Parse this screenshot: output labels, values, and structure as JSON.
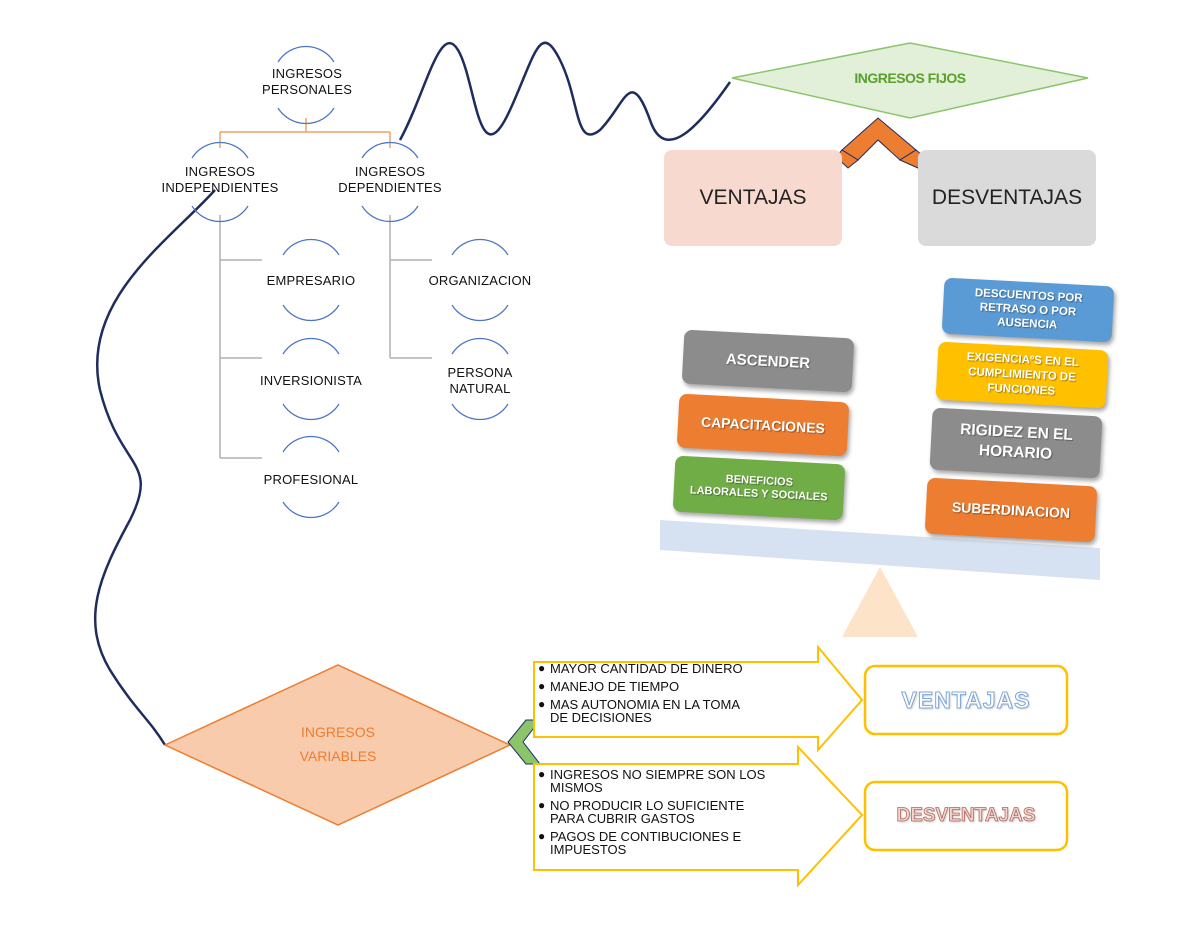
{
  "tree": {
    "root": "INGRESOS\nPERSONALES",
    "independientes": "INGRESOS\nINDEPENDIENTES",
    "dependientes": "INGRESOS\nDEPENDIENTES",
    "empresario": "EMPRESARIO",
    "inversionista": "INVERSIONISTA",
    "profesional": "PROFESIONAL",
    "organizacion": "ORGANIZACION",
    "persona_natural": "PERSONA\nNATURAL"
  },
  "fijos": {
    "title": "INGRESOS FIJOS",
    "ventajas_label": "VENTAJAS",
    "desventajas_label": "DESVENTAJAS",
    "ventajas_items": [
      "ASCENDER",
      "CAPACITACIONES",
      "BENEFICIOS\nLABORALES Y SOCIALES"
    ],
    "desventajas_items": [
      "DESCUENTOS POR\nRETRASO O POR\nAUSENCIA",
      "EXIGENCIAºS EN EL\nCUMPLIMIENTO DE\nFUNCIONES",
      "RIGIDEZ EN EL\nHORARIO",
      "SUBERDINACION"
    ]
  },
  "variables": {
    "title": "INGRESOS\nVARIABLES",
    "ventajas_label": "VENTAJAS",
    "desventajas_label": "DESVENTAJAS",
    "ventajas_bullets": [
      "MAYOR CANTIDAD DE DINERO",
      "MANEJO DE TIEMPO",
      "MAS AUTONOMIA EN LA TOMA\nDE DECISIONES"
    ],
    "desventajas_bullets": [
      "INGRESOS NO SIEMPRE SON LOS\nMISMOS",
      "NO PRODUCIR LO SUFICIENTE\nPARA CUBRIR GASTOS",
      "PAGOS DE CONTIBUCIONES E\nIMPUESTOS"
    ]
  },
  "colors": {
    "tree_connector": "#f4a063",
    "tree_branch": "#b0b0b0",
    "tree_arc": "#4a74c4",
    "curve": "#1f2d5e",
    "fijos_diamond_fill": "#e2efd9",
    "fijos_diamond_stroke": "#8cc46b",
    "fijos_title": "#5aa02c",
    "ventajas_box": "#f8d9cf",
    "desventajas_box": "#dadada",
    "grey_pill": "#8c8c8c",
    "orange_pill": "#ed7d31",
    "green_pill": "#70ad47",
    "blue_pill": "#5b9bd5",
    "yellow_pill": "#ffc000",
    "beam": "#d6e2f2",
    "fulcrum": "#fde4c8",
    "variables_diamond_fill": "#f8cbad",
    "variables_diamond_stroke": "#ed7d31",
    "variables_title": "#ed7d31",
    "arrow_stroke": "#ffc000",
    "var_ventajas_text": "#a9c4e8",
    "var_desventajas_text": "#c07a70"
  }
}
